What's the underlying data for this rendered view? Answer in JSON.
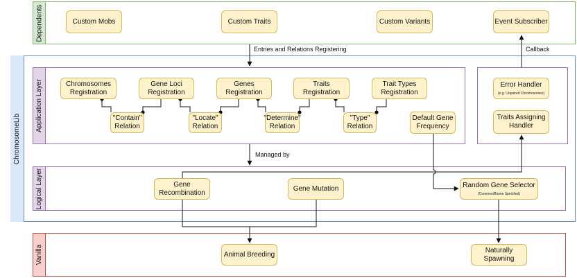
{
  "outer": {
    "label": "ChromosomeLib",
    "border": "#6c8ebf",
    "fill": "#dae8fc"
  },
  "lanes": {
    "dependents": {
      "label": "Dependents",
      "border": "#82b366",
      "head_fill": "#d5e8d4"
    },
    "application": {
      "label": "Application Layer",
      "border": "#9673a6",
      "head_fill": "#e1d5e7"
    },
    "logical": {
      "label": "Logical Layer",
      "border": "#9673a6",
      "head_fill": "#e1d5e7"
    },
    "vanilla": {
      "label": "Vanilla",
      "border": "#b85450",
      "head_fill": "#f8cecc"
    }
  },
  "dependents_boxes": {
    "custom_mobs": "Custom Mobs",
    "custom_traits": "Custom Traits",
    "custom_variants": "Custom Variants",
    "event_subscriber": "Event Subscriber"
  },
  "application_boxes": {
    "chromosomes_registration": [
      "Chromosomes",
      "Registration"
    ],
    "gene_loci_registration": [
      "Gene Loci",
      "Registration"
    ],
    "genes_registration": [
      "Genes",
      "Registration"
    ],
    "traits_registration": "Traits Registration",
    "trait_types_registration": [
      "Trait Types",
      "Registration"
    ],
    "contain_relation": [
      "\"Contain\"",
      "Relation"
    ],
    "locate_relation": [
      "\"Locate\"",
      "Relation"
    ],
    "determine_relation": [
      "\"Determine\"",
      "Relation"
    ],
    "type_relation": [
      "\"Type\"",
      "Relation"
    ],
    "default_gene_frequency": [
      "Default Gene",
      "Frequency"
    ]
  },
  "handlers": {
    "error_handler": "Error Handler",
    "error_handler_note": "(e.g. Unpaired Chromosomes)",
    "traits_assigning_handler": [
      "Traits Assigning",
      "Handler"
    ]
  },
  "logical_boxes": {
    "gene_recombination": [
      "Gene",
      "Recombination"
    ],
    "gene_mutation": "Gene Mutation",
    "random_gene_selector": "Random Gene Selector",
    "random_gene_selector_note": "(Common/Biome Specified)"
  },
  "vanilla_boxes": {
    "animal_breeding": "Animal Breeding",
    "naturally_spawning": [
      "Naturally",
      "Spawning"
    ]
  },
  "edge_labels": {
    "entries": "Entries and Relations Registering",
    "callback": "Callback",
    "managed_by": "Managed by"
  }
}
